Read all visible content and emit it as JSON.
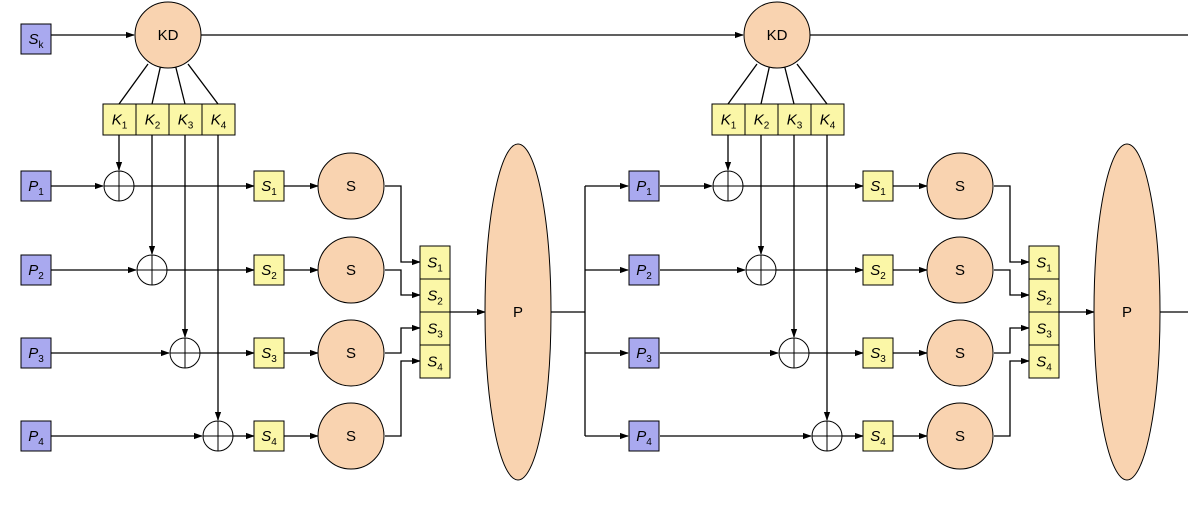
{
  "colors": {
    "input_fill": "#a9a9ef",
    "key_fill": "#fbf7a7",
    "sbox_fill": "#f9d3b0",
    "stroke": "#000000",
    "background": "#ffffff"
  },
  "key_source": {
    "letter": "S",
    "sub": "k"
  },
  "kd_label": "KD",
  "sbox_label": "S",
  "perm_label": "P",
  "plaintext": [
    {
      "letter": "P",
      "sub": "1"
    },
    {
      "letter": "P",
      "sub": "2"
    },
    {
      "letter": "P",
      "sub": "3"
    },
    {
      "letter": "P",
      "sub": "4"
    }
  ],
  "subkeys": [
    {
      "letter": "K",
      "sub": "1"
    },
    {
      "letter": "K",
      "sub": "2"
    },
    {
      "letter": "K",
      "sub": "3"
    },
    {
      "letter": "K",
      "sub": "4"
    }
  ],
  "sbox_inputs": [
    {
      "letter": "S",
      "sub": "1"
    },
    {
      "letter": "S",
      "sub": "2"
    },
    {
      "letter": "S",
      "sub": "3"
    },
    {
      "letter": "S",
      "sub": "4"
    }
  ],
  "sbox_outputs": [
    {
      "letter": "S",
      "sub": "1"
    },
    {
      "letter": "S",
      "sub": "2"
    },
    {
      "letter": "S",
      "sub": "3"
    },
    {
      "letter": "S",
      "sub": "4"
    }
  ]
}
